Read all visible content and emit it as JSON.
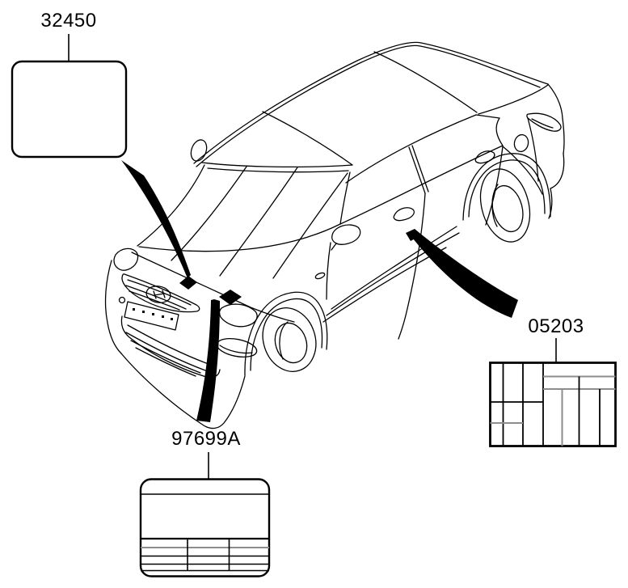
{
  "colors": {
    "line": "#000000",
    "table_gray": "#8d8d8d",
    "marker_fill": "#000000",
    "background": "#ffffff"
  },
  "callouts": {
    "engine_bay_label": {
      "part_number": "32450"
    },
    "front_panel_label": {
      "part_number": "97699A"
    },
    "door_plate_label": {
      "part_number": "05203"
    }
  }
}
